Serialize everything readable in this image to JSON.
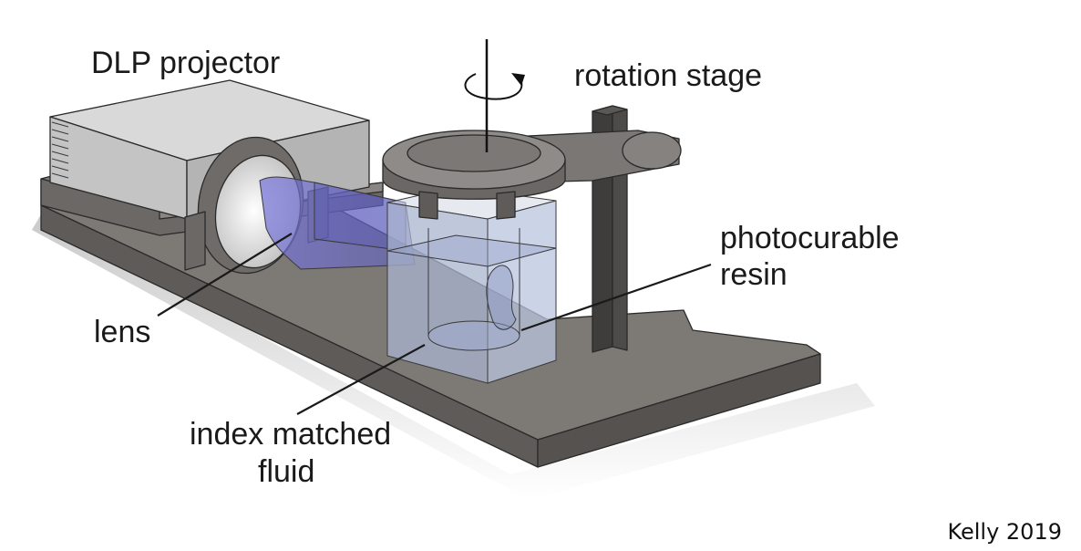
{
  "diagram": {
    "title": "DLP tomographic volumetric 3D printer setup",
    "labels": {
      "projector": "DLP projector",
      "rotation_stage": "rotation stage",
      "resin_line1": "photocurable",
      "resin_line2": "resin",
      "lens": "lens",
      "fluid_line1": "index matched",
      "fluid_line2": "fluid"
    },
    "credit": "Kelly 2019",
    "colors": {
      "base": "#7a7672",
      "base_side": "#5f5c59",
      "projector_top": "#d8d8d8",
      "projector_side": "#b9b9b9",
      "stand": "#4a4846",
      "stage": "#8a8784",
      "light_beam": "#6f6fd0",
      "vat": "#b8c4dc",
      "resin": "#9aa8cc"
    },
    "components": [
      "DLP projector",
      "lens",
      "light beam",
      "index matched fluid vat",
      "photocurable resin vial",
      "rotation stage",
      "vertical stand",
      "base plate"
    ]
  }
}
